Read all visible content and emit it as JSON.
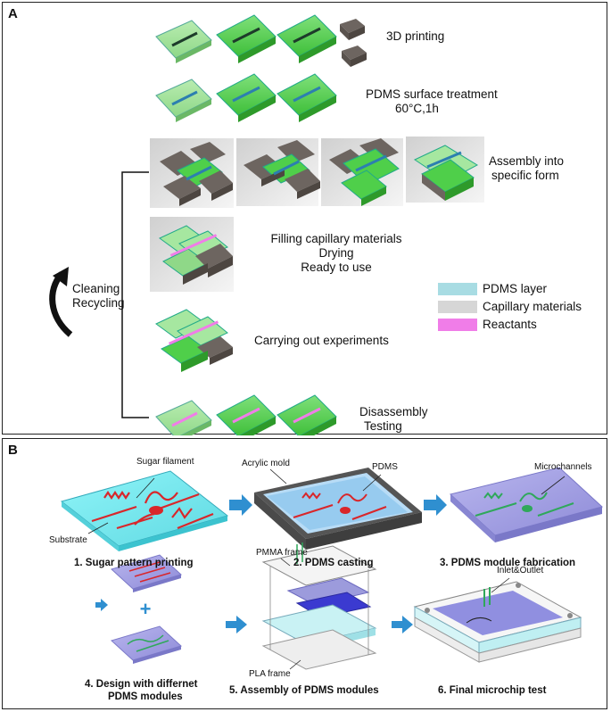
{
  "panel_a": {
    "label": "A",
    "steps": {
      "printing": "3D printing",
      "treatment_1": "PDMS surface treatment",
      "treatment_2": "60°C,1h",
      "assembly_1": "Assembly into",
      "assembly_2": "specific form",
      "filling_1": "Filling capillary materials",
      "filling_2": "Drying",
      "filling_3": "Ready to use",
      "experiments": "Carrying out experiments",
      "disassembly_1": "Disassembly",
      "disassembly_2": "Testing"
    },
    "cycle": {
      "line1": "Cleaning",
      "line2": "Recycling"
    },
    "legend": [
      {
        "label": "PDMS layer",
        "color": "#a8dce3"
      },
      {
        "label": "Capillary materials",
        "color": "#d6d6d6"
      },
      {
        "label": "Reactants",
        "color": "#f07de8"
      }
    ]
  },
  "panel_b": {
    "label": "B",
    "annotations": {
      "sugar_filament": "Sugar filament",
      "substrate": "Substrate",
      "acrylic_mold": "Acrylic mold",
      "pdms": "PDMS",
      "microchannels": "Microchannels",
      "pmma_frame": "PMMA frame",
      "pla_frame": "PLA frame",
      "inlet_outlet": "Inlet&Outlet"
    },
    "steps": {
      "s1": "1. Sugar pattern printing",
      "s2": "2. PDMS casting",
      "s3": "3. PDMS module fabrication",
      "s4a": "4. Design with differnet",
      "s4b": "PDMS modules",
      "s5": "5. Assembly of PDMS modules",
      "s6": "6. Final microchip test"
    },
    "colors": {
      "arrow": "#2f8fd0",
      "substrate": "#7fe8ee",
      "pdms": "#9c9bdc",
      "channel_red": "#d9262a",
      "channel_green": "#2fa85a"
    }
  }
}
